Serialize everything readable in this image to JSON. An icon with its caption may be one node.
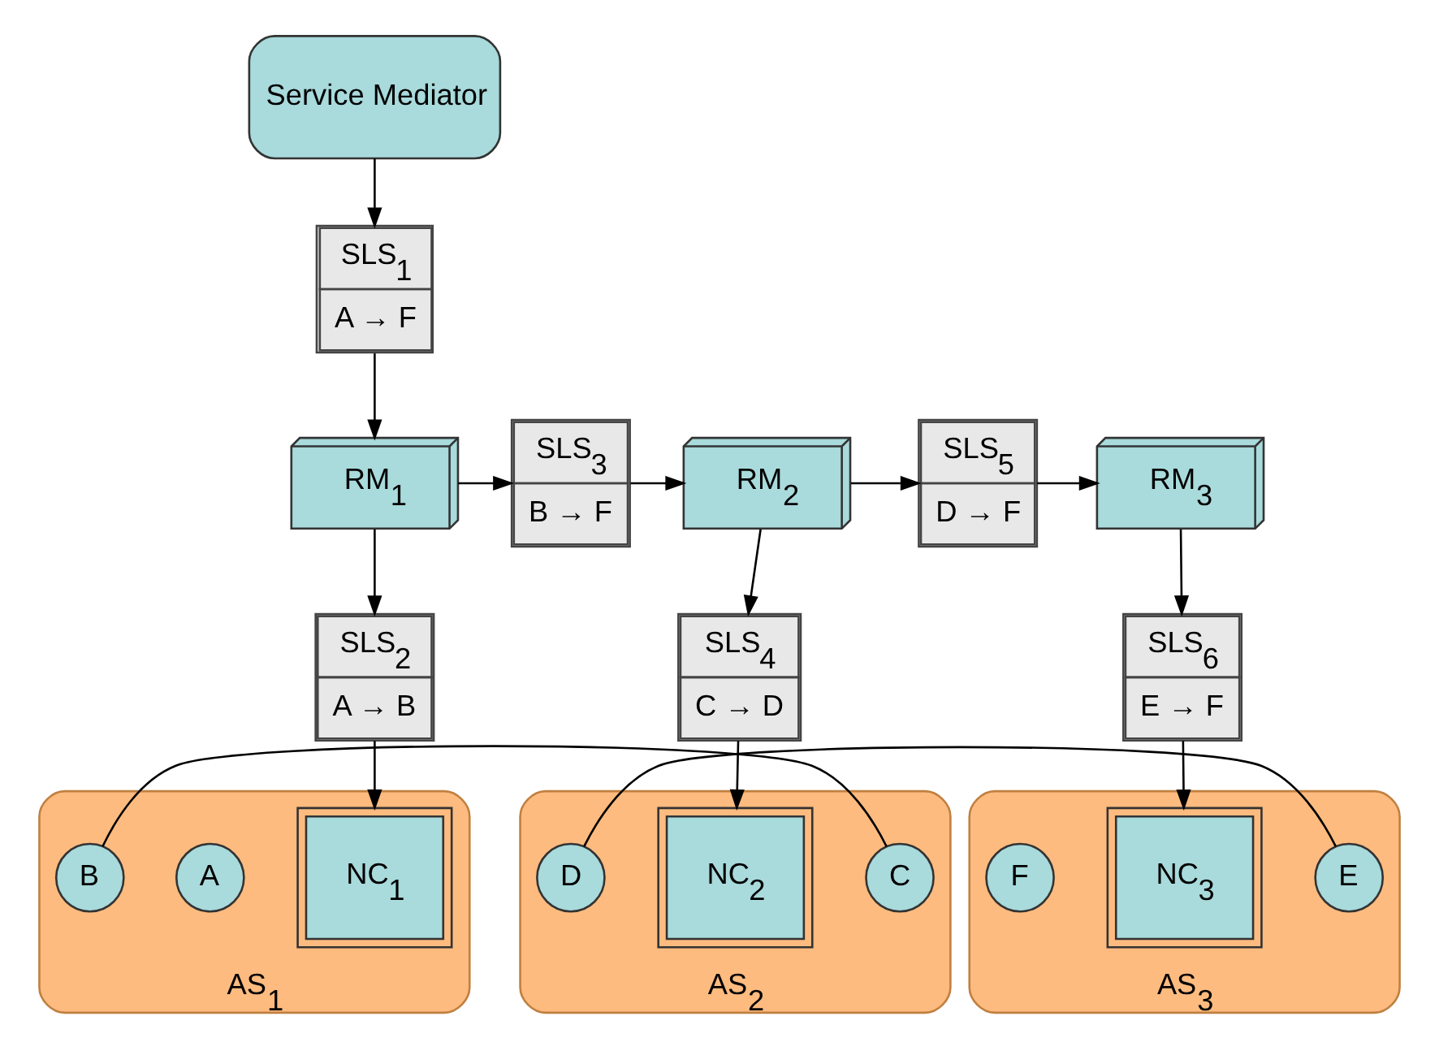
{
  "diagram": {
    "nodes": [
      {
        "text": [
          "Service Mediator"
        ]
      },
      {
        "text": [
          "SLS$_{1}$",
          "A → F"
        ]
      },
      {
        "text": [
          "RM$_{1}$"
        ]
      },
      {
        "text": [
          "SLS$_{3}$",
          "B → F"
        ]
      },
      {
        "text": [
          "RM$_{2}$"
        ]
      },
      {
        "text": [
          "SLS$_{5}$",
          "D → F"
        ]
      },
      {
        "text": [
          "RM$_{3}$"
        ]
      },
      {
        "text": [
          "SLS$_{2}$",
          "A → B"
        ]
      },
      {
        "text": [
          "SLS$_{4}$",
          "C → D"
        ]
      },
      {
        "text": [
          "SLS$_{6}$",
          "E → F"
        ]
      },
      {
        "text": [
          "AS$_{1}$"
        ]
      },
      {
        "text": [
          "NC$_{1}$"
        ],
        "in": 10
      },
      {
        "text": [
          "A"
        ],
        "in": 10
      },
      {
        "text": [
          "B"
        ],
        "in": 10
      },
      {
        "text": [
          "AS$_{2}$"
        ]
      },
      {
        "text": [
          "C"
        ],
        "in": 14
      },
      {
        "text": [
          "NC$_{2}$"
        ],
        "in": 14
      },
      {
        "text": [
          "D"
        ],
        "in": 14
      },
      {
        "text": [
          "AS$_{3}$"
        ]
      },
      {
        "text": [
          "E"
        ],
        "in": 18
      },
      {
        "text": [
          "NC$_{3}$"
        ],
        "in": 18
      },
      {
        "text": [
          "F"
        ],
        "in": 18
      }
    ],
    "edges": [
      {
        "from": 0,
        "to": 1,
        "arrow": "to"
      },
      {
        "from": 1,
        "to": 2,
        "arrow": "to"
      },
      {
        "from": 2,
        "to": 3,
        "arrow": "to"
      },
      {
        "from": 3,
        "to": 4,
        "arrow": "to"
      },
      {
        "from": 4,
        "to": 5,
        "arrow": "to"
      },
      {
        "from": 5,
        "to": 6,
        "arrow": "to"
      },
      {
        "from": 2,
        "to": 7,
        "arrow": "to"
      },
      {
        "from": 4,
        "to": 8,
        "arrow": "to"
      },
      {
        "from": 6,
        "to": 9,
        "arrow": "to"
      },
      {
        "from": 7,
        "to": 11,
        "arrow": "to"
      },
      {
        "from": 8,
        "to": 16,
        "arrow": "to"
      },
      {
        "from": 9,
        "to": 20,
        "arrow": "to"
      },
      {
        "from": 13,
        "to": 15,
        "arrow": "none"
      },
      {
        "from": 17,
        "to": 19,
        "arrow": "none"
      }
    ]
  }
}
